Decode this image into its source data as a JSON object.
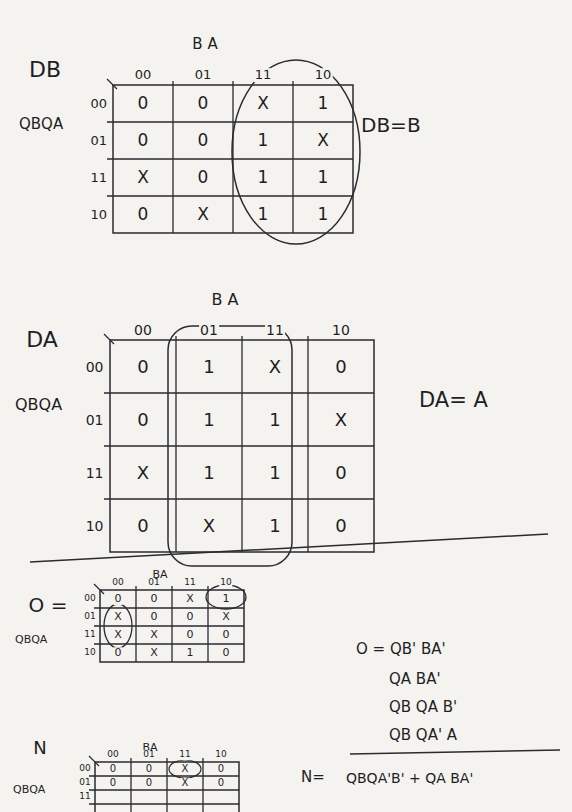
{
  "diagram": {
    "labels": [
      "DB",
      "B A",
      "00",
      "01",
      "11",
      "10",
      "QBQA",
      "00",
      "01",
      "11",
      "10",
      "0",
      "0",
      "X",
      "1",
      "0",
      "0",
      "1",
      "X",
      "X",
      "0",
      "1",
      "1",
      "0",
      "X",
      "1",
      "1",
      "DB=B",
      "DA",
      "B A",
      "00",
      "01",
      "11",
      "10",
      "QBQA",
      "00",
      "01",
      "11",
      "10",
      "0",
      "1",
      "X",
      "0",
      "0",
      "1",
      "1",
      "X",
      "X",
      "1",
      "1",
      "0",
      "0",
      "X",
      "1",
      "0",
      "DA= A",
      "O =",
      "BA",
      "00",
      "01",
      "11",
      "10",
      "QBQA",
      "00",
      "01",
      "11",
      "10",
      "0",
      "0",
      "X",
      "1",
      "X",
      "0",
      "0",
      "X",
      "X",
      "X",
      "0",
      "0",
      "0",
      "X",
      "1",
      "0",
      "O = QB' BA'",
      "QA BA'",
      "QB QA B'",
      "QB QA' A",
      "N",
      "BA",
      "00",
      "01",
      "11",
      "10",
      "QBQA",
      "00",
      "01",
      "11",
      "0",
      "0",
      "X",
      "0",
      "0",
      "0",
      "X",
      "0",
      "N=",
      "QBQA'B' + QA BA'"
    ]
  }
}
